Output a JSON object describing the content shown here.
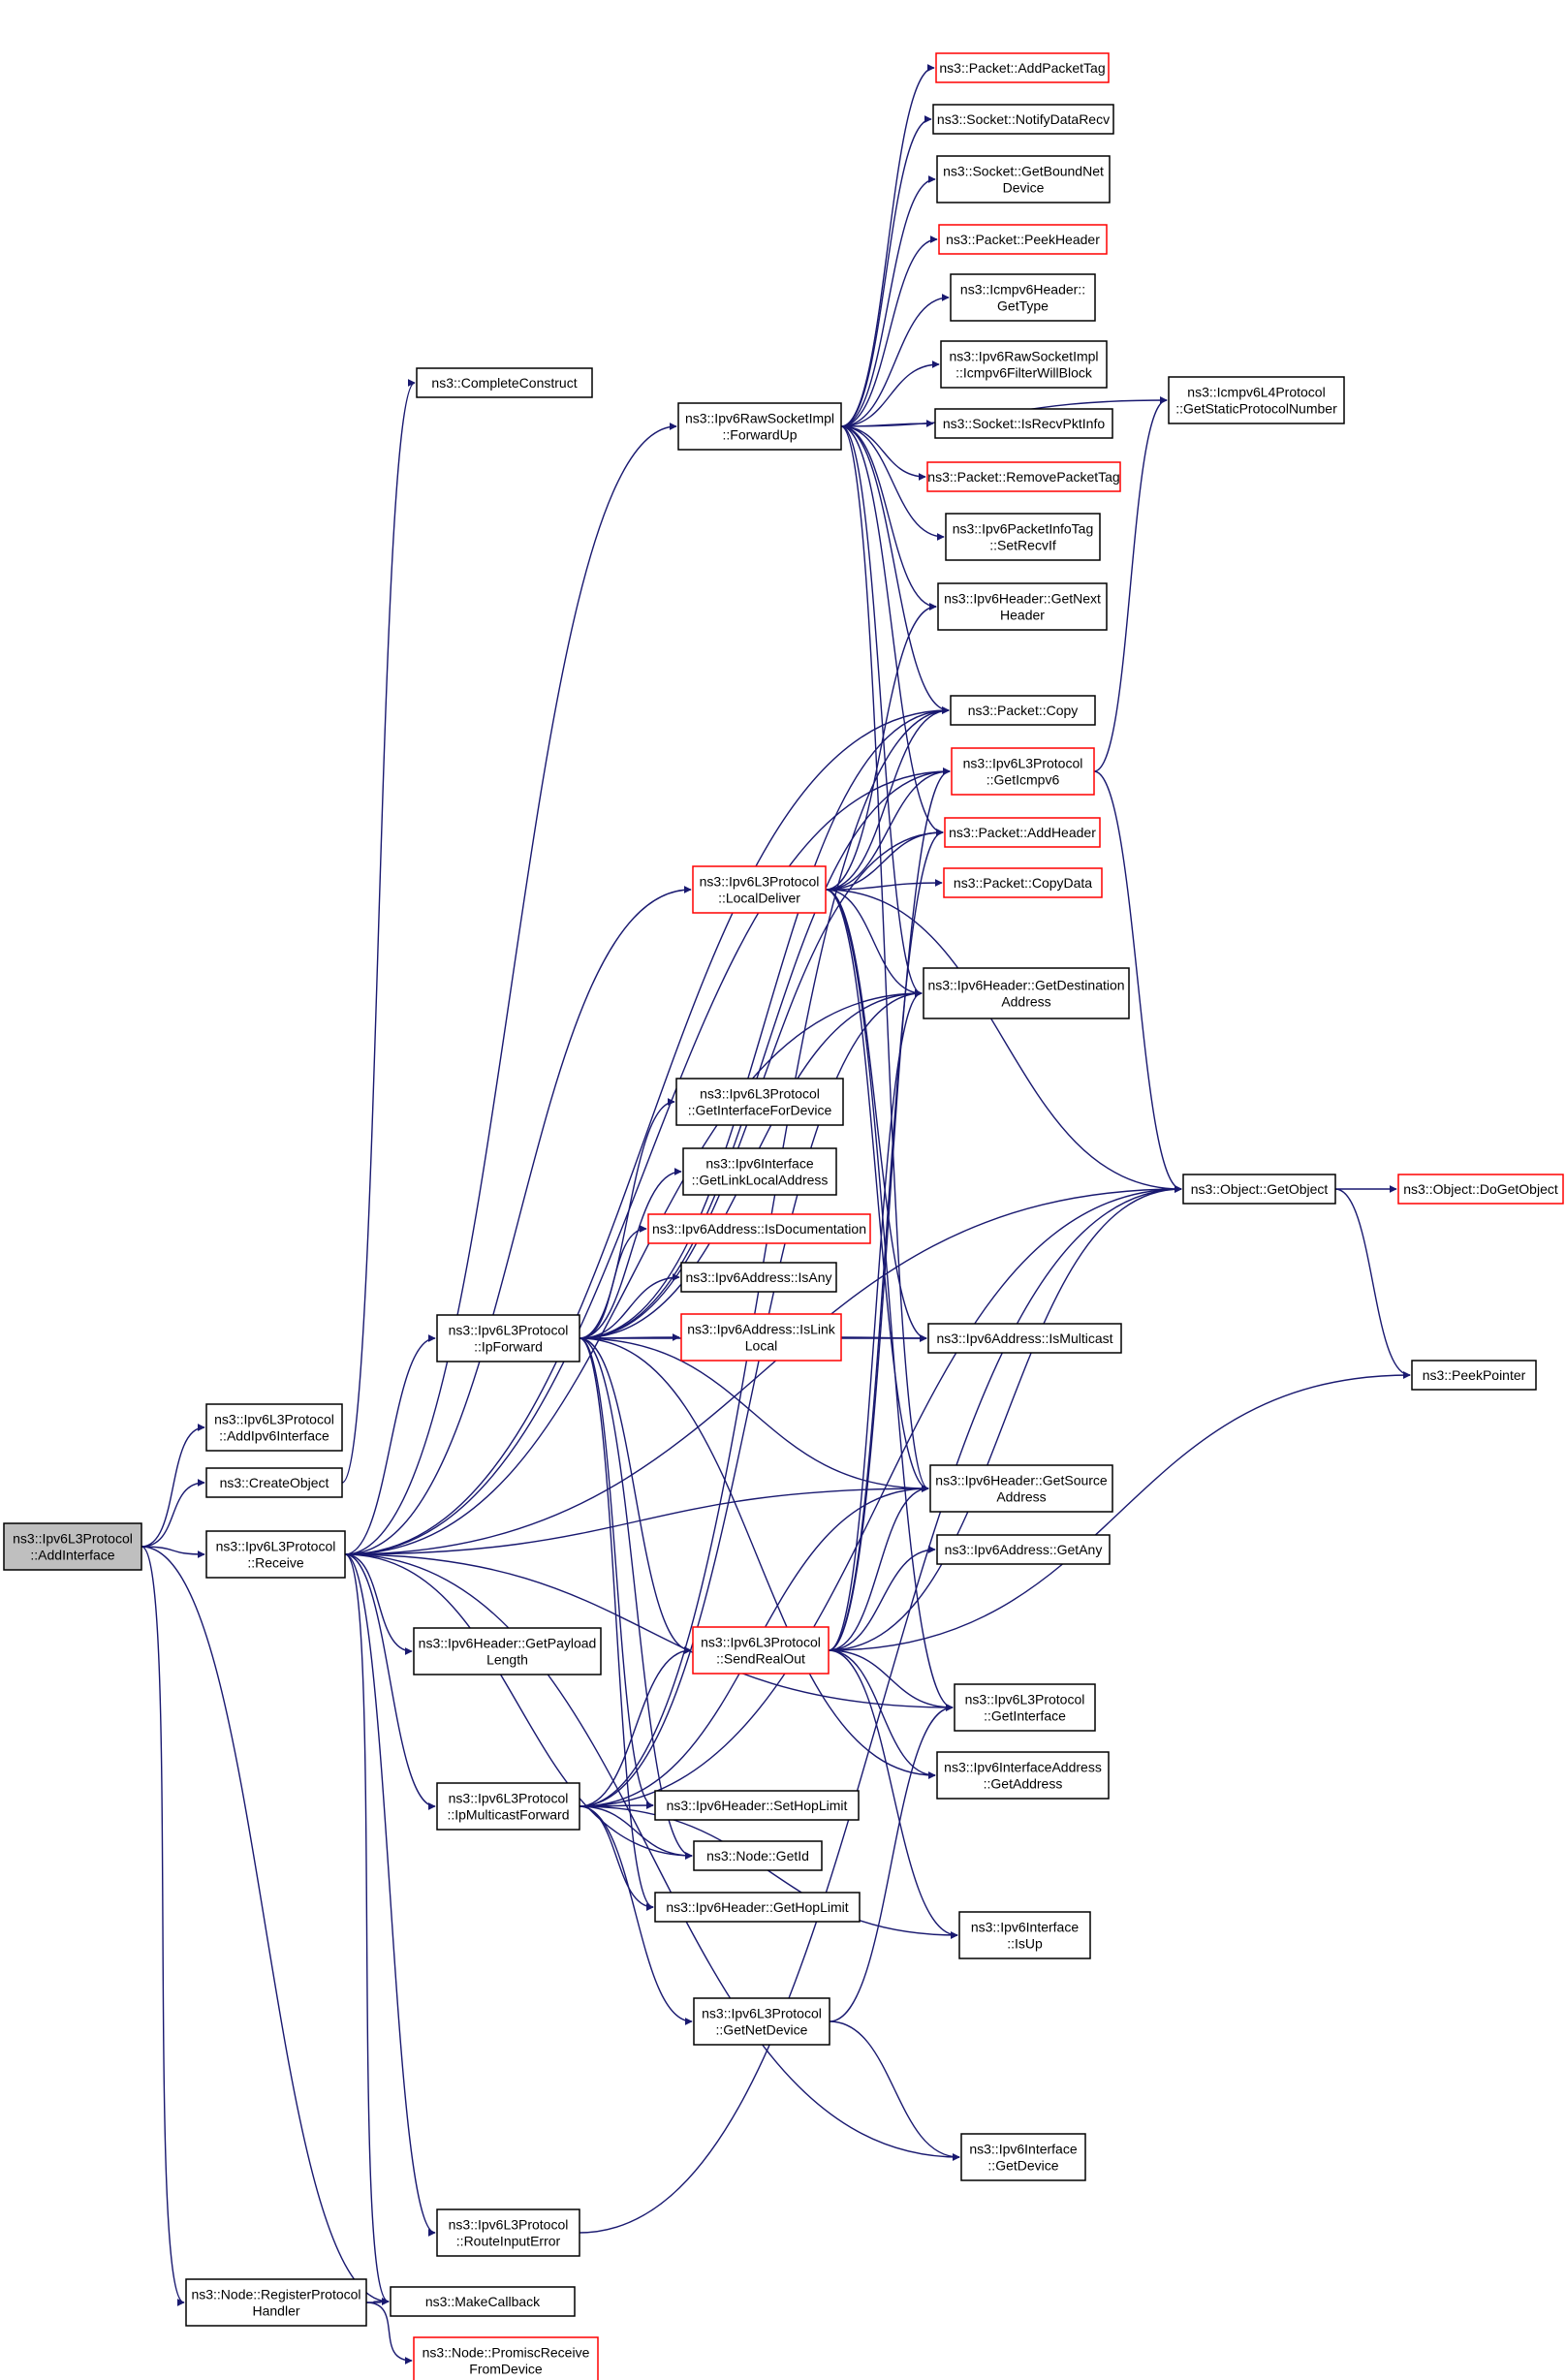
{
  "colors": {
    "edge": "#191970",
    "border_normal": "#000000",
    "border_red": "#ff0000",
    "root_fill": "#bfbfbf",
    "fill": "#ffffff"
  },
  "nodes": [
    {
      "id": "root",
      "lines": [
        "ns3::Ipv6L3Protocol",
        "::AddInterface"
      ],
      "style": "root"
    },
    {
      "id": "addIpv6Interface",
      "lines": [
        "ns3::Ipv6L3Protocol",
        "::AddIpv6Interface"
      ],
      "style": "normal"
    },
    {
      "id": "createObject",
      "lines": [
        "ns3::CreateObject"
      ],
      "style": "normal"
    },
    {
      "id": "receive",
      "lines": [
        "ns3::Ipv6L3Protocol",
        "::Receive"
      ],
      "style": "normal"
    },
    {
      "id": "registerProtocolHandler",
      "lines": [
        "ns3::Node::RegisterProtocol",
        "Handler"
      ],
      "style": "normal"
    },
    {
      "id": "makeCallback",
      "lines": [
        "ns3::MakeCallback"
      ],
      "style": "normal"
    },
    {
      "id": "promiscReceiveFromDevice",
      "lines": [
        "ns3::Node::PromiscReceive",
        "FromDevice"
      ],
      "style": "red"
    },
    {
      "id": "completeConstruct",
      "lines": [
        "ns3::CompleteConstruct"
      ],
      "style": "normal"
    },
    {
      "id": "forwardUp",
      "lines": [
        "ns3::Ipv6RawSocketImpl",
        "::ForwardUp"
      ],
      "style": "normal"
    },
    {
      "id": "addPacketTag",
      "lines": [
        "ns3::Packet::AddPacketTag"
      ],
      "style": "red"
    },
    {
      "id": "notifyDataRecv",
      "lines": [
        "ns3::Socket::NotifyDataRecv"
      ],
      "style": "normal"
    },
    {
      "id": "getBoundNetDevice",
      "lines": [
        "ns3::Socket::GetBoundNet",
        "Device"
      ],
      "style": "normal"
    },
    {
      "id": "peekHeader",
      "lines": [
        "ns3::Packet::PeekHeader"
      ],
      "style": "red"
    },
    {
      "id": "icmpGetType",
      "lines": [
        "ns3::Icmpv6Header::",
        "GetType"
      ],
      "style": "normal"
    },
    {
      "id": "icmpFilterWillBlock",
      "lines": [
        "ns3::Ipv6RawSocketImpl",
        "::Icmpv6FilterWillBlock"
      ],
      "style": "normal"
    },
    {
      "id": "isRecvPktInfo",
      "lines": [
        "ns3::Socket::IsRecvPktInfo"
      ],
      "style": "normal"
    },
    {
      "id": "removePacketTag",
      "lines": [
        "ns3::Packet::RemovePacketTag"
      ],
      "style": "red"
    },
    {
      "id": "setRecvIf",
      "lines": [
        "ns3::Ipv6PacketInfoTag",
        "::SetRecvIf"
      ],
      "style": "normal"
    },
    {
      "id": "getNextHeader",
      "lines": [
        "ns3::Ipv6Header::GetNext",
        "Header"
      ],
      "style": "normal"
    },
    {
      "id": "packetCopy",
      "lines": [
        "ns3::Packet::Copy"
      ],
      "style": "normal"
    },
    {
      "id": "getIcmpv6",
      "lines": [
        "ns3::Ipv6L3Protocol",
        "::GetIcmpv6"
      ],
      "style": "red"
    },
    {
      "id": "addHeader",
      "lines": [
        "ns3::Packet::AddHeader"
      ],
      "style": "red"
    },
    {
      "id": "localDeliver",
      "lines": [
        "ns3::Ipv6L3Protocol",
        "::LocalDeliver"
      ],
      "style": "red"
    },
    {
      "id": "copyData",
      "lines": [
        "ns3::Packet::CopyData"
      ],
      "style": "red"
    },
    {
      "id": "getDestinationAddress",
      "lines": [
        "ns3::Ipv6Header::GetDestination",
        "Address"
      ],
      "style": "normal"
    },
    {
      "id": "getStaticProtocolNumber",
      "lines": [
        "ns3::Icmpv6L4Protocol",
        "::GetStaticProtocolNumber"
      ],
      "style": "normal"
    },
    {
      "id": "getInterfaceForDevice",
      "lines": [
        "ns3::Ipv6L3Protocol",
        "::GetInterfaceForDevice"
      ],
      "style": "normal"
    },
    {
      "id": "getLinkLocalAddress",
      "lines": [
        "ns3::Ipv6Interface",
        "::GetLinkLocalAddress"
      ],
      "style": "normal"
    },
    {
      "id": "isDocumentation",
      "lines": [
        "ns3::Ipv6Address::IsDocumentation"
      ],
      "style": "red"
    },
    {
      "id": "isAny",
      "lines": [
        "ns3::Ipv6Address::IsAny"
      ],
      "style": "normal"
    },
    {
      "id": "ipForward",
      "lines": [
        "ns3::Ipv6L3Protocol",
        "::IpForward"
      ],
      "style": "normal"
    },
    {
      "id": "isLinkLocal",
      "lines": [
        "ns3::Ipv6Address::IsLink",
        "Local"
      ],
      "style": "red"
    },
    {
      "id": "isMulticast",
      "lines": [
        "ns3::Ipv6Address::IsMulticast"
      ],
      "style": "normal"
    },
    {
      "id": "getObject",
      "lines": [
        "ns3::Object::GetObject"
      ],
      "style": "normal"
    },
    {
      "id": "doGetObject",
      "lines": [
        "ns3::Object::DoGetObject"
      ],
      "style": "red"
    },
    {
      "id": "peekPointer",
      "lines": [
        "ns3::PeekPointer"
      ],
      "style": "normal"
    },
    {
      "id": "getSourceAddress",
      "lines": [
        "ns3::Ipv6Header::GetSource",
        "Address"
      ],
      "style": "normal"
    },
    {
      "id": "getAny",
      "lines": [
        "ns3::Ipv6Address::GetAny"
      ],
      "style": "normal"
    },
    {
      "id": "getPayloadLength",
      "lines": [
        "ns3::Ipv6Header::GetPayload",
        "Length"
      ],
      "style": "normal"
    },
    {
      "id": "sendRealOut",
      "lines": [
        "ns3::Ipv6L3Protocol",
        "::SendRealOut"
      ],
      "style": "red"
    },
    {
      "id": "getInterface",
      "lines": [
        "ns3::Ipv6L3Protocol",
        "::GetInterface"
      ],
      "style": "normal"
    },
    {
      "id": "ifaceAddrGetAddress",
      "lines": [
        "ns3::Ipv6InterfaceAddress",
        "::GetAddress"
      ],
      "style": "normal"
    },
    {
      "id": "ipMulticastForward",
      "lines": [
        "ns3::Ipv6L3Protocol",
        "::IpMulticastForward"
      ],
      "style": "normal"
    },
    {
      "id": "setHopLimit",
      "lines": [
        "ns3::Ipv6Header::SetHopLimit"
      ],
      "style": "normal"
    },
    {
      "id": "nodeGetId",
      "lines": [
        "ns3::Node::GetId"
      ],
      "style": "normal"
    },
    {
      "id": "getHopLimit",
      "lines": [
        "ns3::Ipv6Header::GetHopLimit"
      ],
      "style": "normal"
    },
    {
      "id": "isUp",
      "lines": [
        "ns3::Ipv6Interface",
        "::IsUp"
      ],
      "style": "normal"
    },
    {
      "id": "getNetDevice",
      "lines": [
        "ns3::Ipv6L3Protocol",
        "::GetNetDevice"
      ],
      "style": "normal"
    },
    {
      "id": "getDevice",
      "lines": [
        "ns3::Ipv6Interface",
        "::GetDevice"
      ],
      "style": "normal"
    },
    {
      "id": "routeInputError",
      "lines": [
        "ns3::Ipv6L3Protocol",
        "::RouteInputError"
      ],
      "style": "normal"
    }
  ],
  "edges": [
    [
      "root",
      "addIpv6Interface"
    ],
    [
      "root",
      "createObject"
    ],
    [
      "root",
      "receive"
    ],
    [
      "root",
      "registerProtocolHandler"
    ],
    [
      "root",
      "makeCallback"
    ],
    [
      "registerProtocolHandler",
      "makeCallback"
    ],
    [
      "registerProtocolHandler",
      "promiscReceiveFromDevice"
    ],
    [
      "createObject",
      "completeConstruct"
    ],
    [
      "receive",
      "forwardUp"
    ],
    [
      "receive",
      "packetCopy"
    ],
    [
      "receive",
      "getIcmpv6"
    ],
    [
      "receive",
      "localDeliver"
    ],
    [
      "receive",
      "getDestinationAddress"
    ],
    [
      "receive",
      "getObject"
    ],
    [
      "receive",
      "ipForward"
    ],
    [
      "receive",
      "getSourceAddress"
    ],
    [
      "receive",
      "getPayloadLength"
    ],
    [
      "receive",
      "ipMulticastForward"
    ],
    [
      "receive",
      "getInterface"
    ],
    [
      "receive",
      "nodeGetId"
    ],
    [
      "receive",
      "getDevice"
    ],
    [
      "receive",
      "routeInputError"
    ],
    [
      "receive",
      "makeCallback"
    ],
    [
      "forwardUp",
      "addPacketTag"
    ],
    [
      "forwardUp",
      "notifyDataRecv"
    ],
    [
      "forwardUp",
      "getBoundNetDevice"
    ],
    [
      "forwardUp",
      "peekHeader"
    ],
    [
      "forwardUp",
      "icmpGetType"
    ],
    [
      "forwardUp",
      "icmpFilterWillBlock"
    ],
    [
      "forwardUp",
      "isRecvPktInfo"
    ],
    [
      "forwardUp",
      "removePacketTag"
    ],
    [
      "forwardUp",
      "setRecvIf"
    ],
    [
      "forwardUp",
      "getNextHeader"
    ],
    [
      "forwardUp",
      "packetCopy"
    ],
    [
      "forwardUp",
      "addHeader"
    ],
    [
      "forwardUp",
      "getDestinationAddress"
    ],
    [
      "forwardUp",
      "getSourceAddress"
    ],
    [
      "forwardUp",
      "getStaticProtocolNumber"
    ],
    [
      "getIcmpv6",
      "getStaticProtocolNumber"
    ],
    [
      "getIcmpv6",
      "getObject"
    ],
    [
      "localDeliver",
      "packetCopy"
    ],
    [
      "localDeliver",
      "getIcmpv6"
    ],
    [
      "localDeliver",
      "addHeader"
    ],
    [
      "localDeliver",
      "copyData"
    ],
    [
      "localDeliver",
      "getDestinationAddress"
    ],
    [
      "localDeliver",
      "getNextHeader"
    ],
    [
      "localDeliver",
      "getObject"
    ],
    [
      "localDeliver",
      "isMulticast"
    ],
    [
      "localDeliver",
      "getSourceAddress"
    ],
    [
      "localDeliver",
      "getInterface"
    ],
    [
      "ipForward",
      "packetCopy"
    ],
    [
      "ipForward",
      "getIcmpv6"
    ],
    [
      "ipForward",
      "addHeader"
    ],
    [
      "ipForward",
      "getDestinationAddress"
    ],
    [
      "ipForward",
      "getInterfaceForDevice"
    ],
    [
      "ipForward",
      "getLinkLocalAddress"
    ],
    [
      "ipForward",
      "isDocumentation"
    ],
    [
      "ipForward",
      "isAny"
    ],
    [
      "ipForward",
      "isLinkLocal"
    ],
    [
      "ipForward",
      "isMulticast"
    ],
    [
      "ipForward",
      "getSourceAddress"
    ],
    [
      "ipForward",
      "sendRealOut"
    ],
    [
      "ipForward",
      "ifaceAddrGetAddress"
    ],
    [
      "ipForward",
      "setHopLimit"
    ],
    [
      "ipForward",
      "nodeGetId"
    ],
    [
      "ipForward",
      "getHopLimit"
    ],
    [
      "isLinkLocal",
      "isMulticast"
    ],
    [
      "getObject",
      "doGetObject"
    ],
    [
      "getObject",
      "peekPointer"
    ],
    [
      "sendRealOut",
      "getIcmpv6"
    ],
    [
      "sendRealOut",
      "addHeader"
    ],
    [
      "sendRealOut",
      "getDestinationAddress"
    ],
    [
      "sendRealOut",
      "getSourceAddress"
    ],
    [
      "sendRealOut",
      "getAny"
    ],
    [
      "sendRealOut",
      "getObject"
    ],
    [
      "sendRealOut",
      "peekPointer"
    ],
    [
      "sendRealOut",
      "getInterface"
    ],
    [
      "sendRealOut",
      "ifaceAddrGetAddress"
    ],
    [
      "sendRealOut",
      "isUp"
    ],
    [
      "ipMulticastForward",
      "packetCopy"
    ],
    [
      "ipMulticastForward",
      "getDestinationAddress"
    ],
    [
      "ipMulticastForward",
      "sendRealOut"
    ],
    [
      "ipMulticastForward",
      "setHopLimit"
    ],
    [
      "ipMulticastForward",
      "nodeGetId"
    ],
    [
      "ipMulticastForward",
      "getHopLimit"
    ],
    [
      "ipMulticastForward",
      "getNetDevice"
    ],
    [
      "ipMulticastForward",
      "getObject"
    ],
    [
      "ipMulticastForward",
      "getSourceAddress"
    ],
    [
      "ipMulticastForward",
      "isUp"
    ],
    [
      "getNetDevice",
      "getInterface"
    ],
    [
      "getNetDevice",
      "getDevice"
    ],
    [
      "routeInputError",
      "getObject"
    ]
  ]
}
